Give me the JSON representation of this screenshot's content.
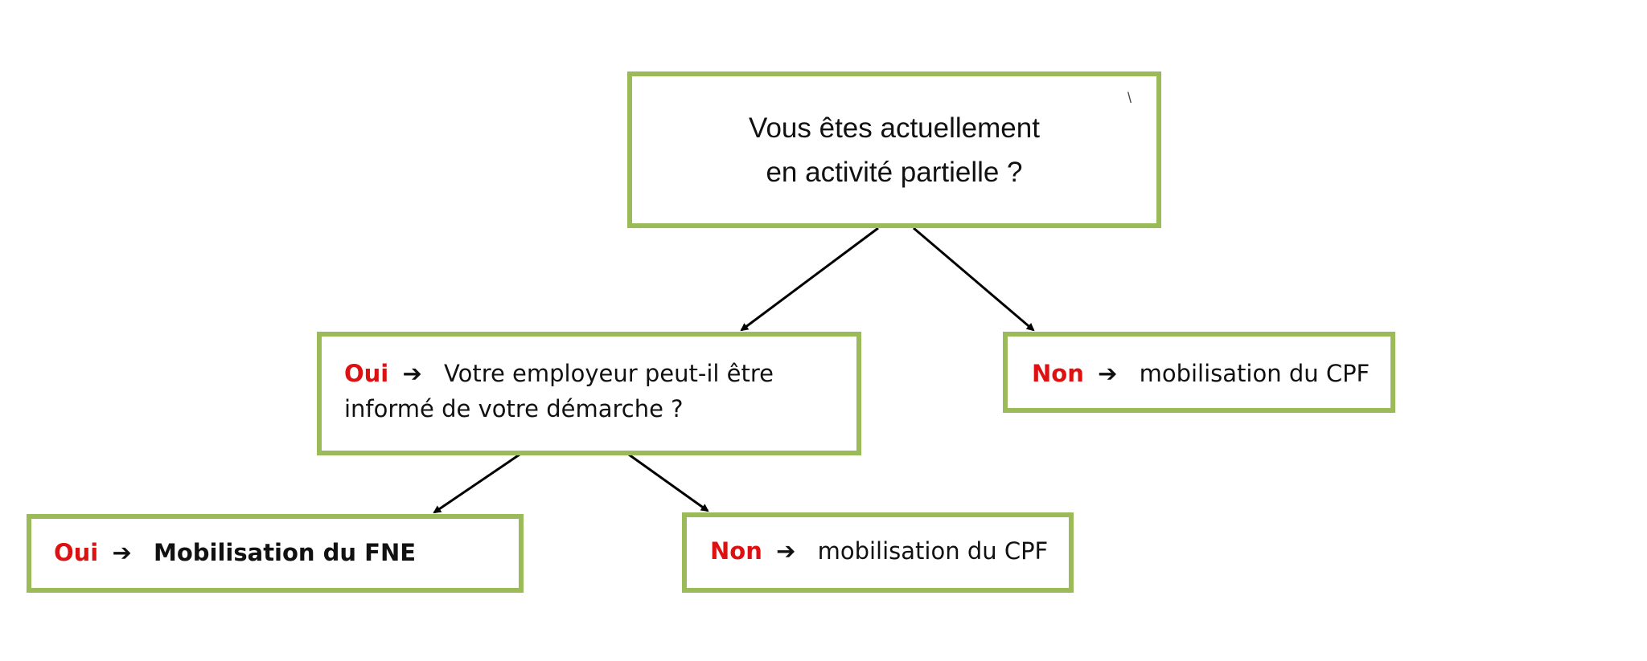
{
  "question": {
    "line1": "Vous êtes actuellement",
    "line2": "en activité partielle ?"
  },
  "branch_oui": {
    "answer": "Oui",
    "arrow": "➔",
    "text_line1": "Votre employeur peut-il être",
    "text_line2": "informé de votre démarche ?"
  },
  "branch_non": {
    "answer": "Non",
    "arrow": "➔",
    "text": "mobilisation du CPF"
  },
  "branch_oui_oui": {
    "answer": "Oui",
    "arrow": "➔",
    "text": "Mobilisation du FNE"
  },
  "branch_oui_non": {
    "answer": "Non",
    "arrow": "➔",
    "text": "mobilisation du CPF"
  },
  "colors": {
    "box_border": "#9bbb59",
    "answer_text": "#dd1111",
    "connector": "#000000"
  }
}
